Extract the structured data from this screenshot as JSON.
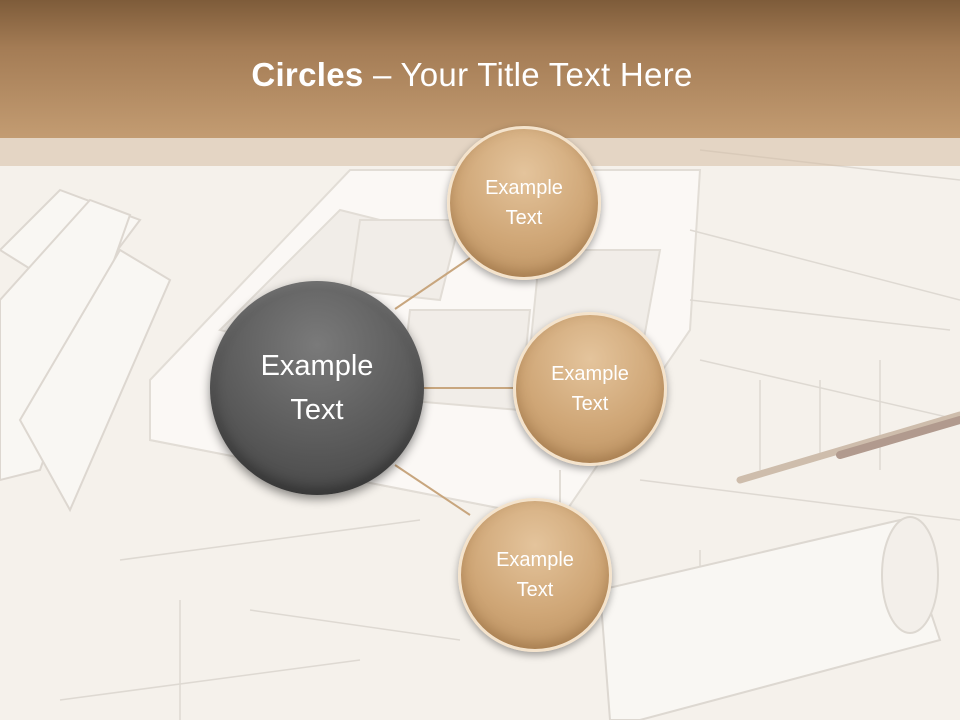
{
  "title": {
    "bold": "Circles",
    "rest": " – Your Title Text Here"
  },
  "colors": {
    "header": "#a47c55",
    "main_circle": "#5a5a5a",
    "satellite_circle": "#cfa676",
    "connector": "#c8a67e"
  },
  "diagram": {
    "center": {
      "label": "Example\nText"
    },
    "satellites": [
      {
        "label": "Example\nText"
      },
      {
        "label": "Example\nText"
      },
      {
        "label": "Example\nText"
      }
    ]
  }
}
